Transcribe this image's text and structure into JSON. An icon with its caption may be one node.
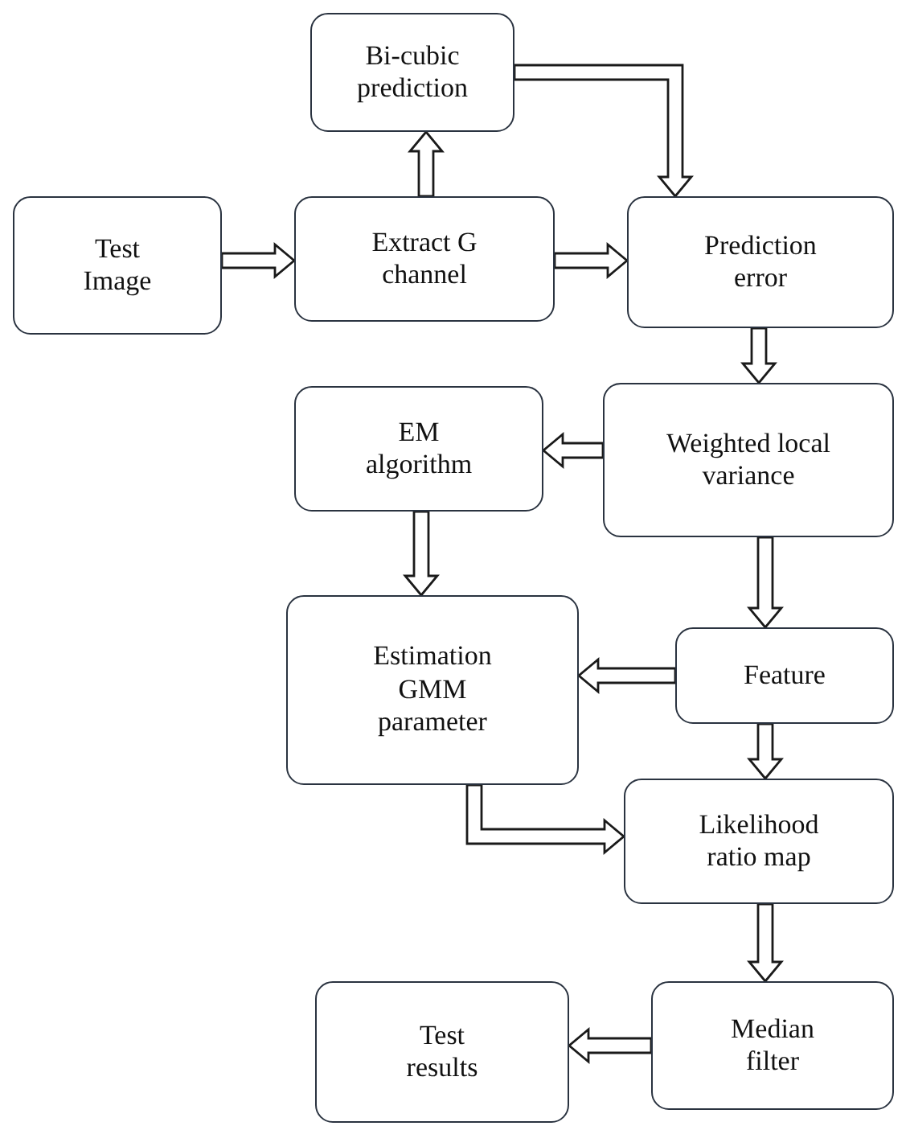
{
  "diagram": {
    "nodes": [
      {
        "text": [
          "Bi-cubic prediction"
        ]
      },
      {
        "text": [
          "Test Image"
        ]
      },
      {
        "text": [
          "Extract G channel"
        ]
      },
      {
        "text": [
          "Prediction error"
        ]
      },
      {
        "text": [
          "EM algorithm"
        ]
      },
      {
        "text": [
          "Weighted local variance"
        ]
      },
      {
        "text": [
          "Estimation GMM parameter"
        ]
      },
      {
        "text": [
          "Feature"
        ]
      },
      {
        "text": [
          "Likelihood ratio map"
        ]
      },
      {
        "text": [
          "Test results"
        ]
      },
      {
        "text": [
          "Median filter"
        ]
      }
    ],
    "edges": [
      {
        "from": 1,
        "to": 2,
        "arrow": "to"
      },
      {
        "from": 2,
        "to": 0,
        "arrow": "to"
      },
      {
        "from": 2,
        "to": 3,
        "arrow": "to"
      },
      {
        "from": 0,
        "to": 3,
        "arrow": "to"
      },
      {
        "from": 3,
        "to": 5,
        "arrow": "to"
      },
      {
        "from": 5,
        "to": 4,
        "arrow": "to"
      },
      {
        "from": 4,
        "to": 6,
        "arrow": "to"
      },
      {
        "from": 5,
        "to": 7,
        "arrow": "to"
      },
      {
        "from": 7,
        "to": 6,
        "arrow": "to"
      },
      {
        "from": 7,
        "to": 8,
        "arrow": "to"
      },
      {
        "from": 6,
        "to": 8,
        "arrow": "to"
      },
      {
        "from": 8,
        "to": 10,
        "arrow": "to"
      },
      {
        "from": 10,
        "to": 9,
        "arrow": "to"
      }
    ]
  }
}
